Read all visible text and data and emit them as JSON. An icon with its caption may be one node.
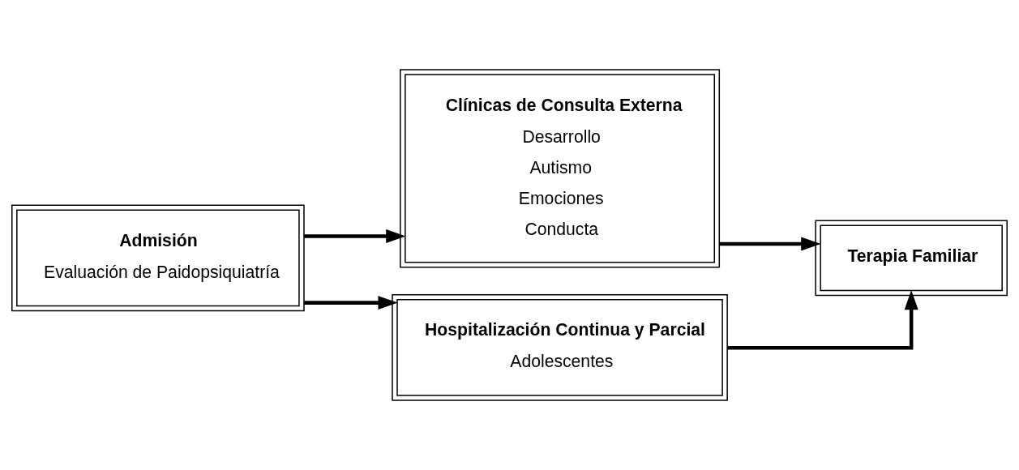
{
  "diagram": {
    "nodes": [
      {
        "text": [
          "Admisión",
          "Evaluación de Paidopsiquiatría"
        ]
      },
      {
        "text": [
          "Clínicas de Consulta Externa",
          "Desarrollo",
          "Autismo",
          "Emociones",
          "Conducta"
        ]
      },
      {
        "text": [
          "Hospitalización Continua y Parcial",
          "Adolescentes"
        ]
      },
      {
        "text": [
          "Terapia Familiar"
        ]
      }
    ],
    "edges": [
      {
        "from": 0,
        "to": 1,
        "arrow": "to"
      },
      {
        "from": 0,
        "to": 2,
        "arrow": "to"
      },
      {
        "from": 1,
        "to": 3,
        "arrow": "to"
      },
      {
        "from": 2,
        "to": 3,
        "arrow": "to"
      }
    ]
  }
}
